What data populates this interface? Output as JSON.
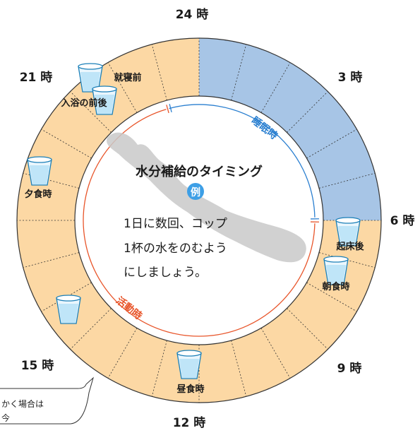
{
  "diagram": {
    "title": "水分補給のタイミング",
    "badge": "例",
    "body_lines": [
      "1日に数回、コップ",
      "1杯の水をのむよう",
      "にしましょう。"
    ],
    "hour_labels": [
      {
        "key": "h24",
        "text": "24 時"
      },
      {
        "key": "h3",
        "text": "3 時"
      },
      {
        "key": "h6",
        "text": "6 時"
      },
      {
        "key": "h9",
        "text": "9 時"
      },
      {
        "key": "h12",
        "text": "12 時"
      },
      {
        "key": "h15",
        "text": "15 時"
      },
      {
        "key": "h21",
        "text": "21 時"
      }
    ],
    "timing_labels": {
      "bedtime": "就寝前",
      "bath": "入浴の前後",
      "dinner": "夕食時",
      "wake": "起床後",
      "breakfast": "朝食時",
      "lunch": "昼食時"
    },
    "sleep_label": "睡眠時",
    "active_label": "活動時",
    "note_lines": [
      "かく場合は",
      "今"
    ],
    "colors": {
      "sleep": "#a7c5e6",
      "active": "#fcd8a4",
      "blue_arc": "#2a7fd0",
      "red_arc": "#e8552a",
      "badge": "#3d9fe6"
    },
    "sleep_hours": [
      0,
      6
    ],
    "active_hours": [
      6,
      24
    ]
  }
}
